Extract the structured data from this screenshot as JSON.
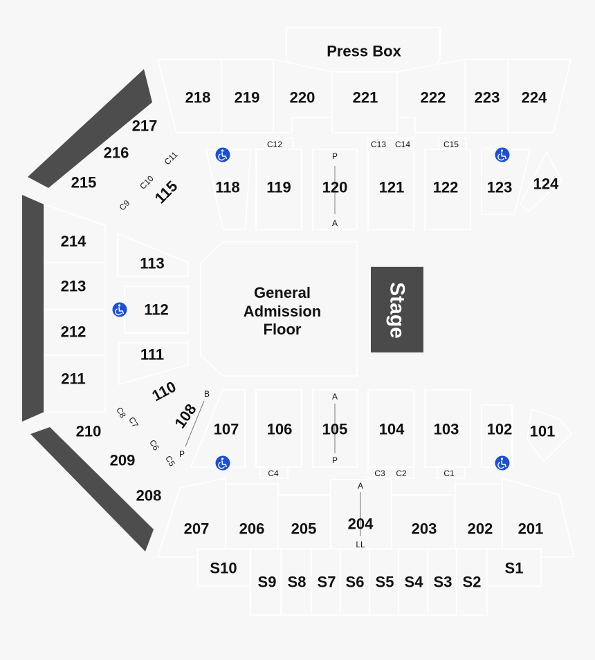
{
  "press_box": "Press Box",
  "stage": "Stage",
  "floor": {
    "line1": "General",
    "line2": "Admission",
    "line3": "Floor"
  },
  "colors": {
    "background": "#f7f7f7",
    "wall": "#4d4d4d",
    "stage": "#4a4a4a",
    "accessible": "#1a4fd6"
  },
  "upper": [
    "218",
    "219",
    "220",
    "221",
    "222",
    "223",
    "224",
    "217",
    "216",
    "215",
    "214",
    "213",
    "212",
    "211",
    "210",
    "209",
    "208",
    "207",
    "206",
    "205",
    "204",
    "203",
    "202",
    "201"
  ],
  "lower": [
    "118",
    "119",
    "120",
    "121",
    "122",
    "123",
    "124",
    "115",
    "113",
    "112",
    "111",
    "110",
    "108",
    "107",
    "106",
    "105",
    "104",
    "103",
    "102",
    "101"
  ],
  "suites": [
    "S10",
    "S9",
    "S8",
    "S7",
    "S6",
    "S5",
    "S4",
    "S3",
    "S2",
    "S1"
  ],
  "cabins": [
    "C12",
    "C13",
    "C14",
    "C15",
    "C11",
    "C10",
    "C9",
    "C8",
    "C7",
    "C6",
    "C5",
    "C4",
    "C3",
    "C2",
    "C1"
  ],
  "row_markers": {
    "s120_top": "P",
    "s120_bottom": "A",
    "s105_top": "A",
    "s105_bottom": "P",
    "s204_top": "A",
    "s204_bottom": "LL",
    "s108_top": "B",
    "s108_bottom": "P"
  },
  "icons": [
    "wheelchair-icon"
  ]
}
